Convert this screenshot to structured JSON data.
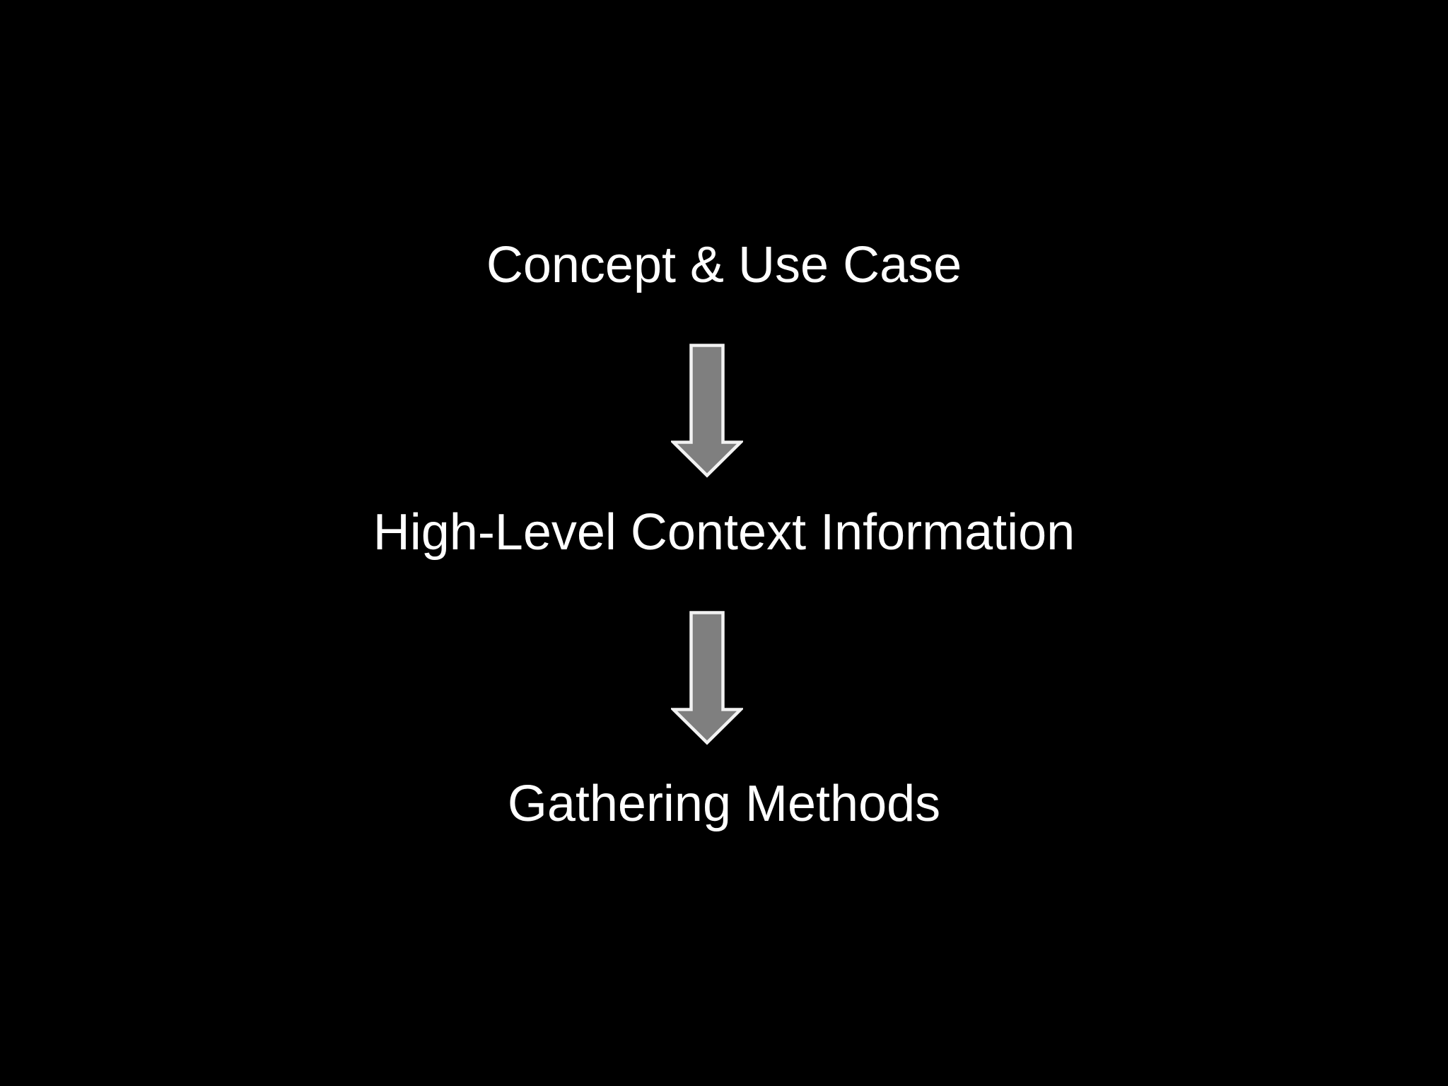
{
  "slide_type": "flow-diagram-slide",
  "colors": {
    "background": "#000000",
    "text": "#ffffff",
    "arrow_fill": "#7f7f7f",
    "arrow_outline": "#f2f2f2"
  },
  "steps": [
    {
      "label": "Concept & Use Case"
    },
    {
      "label": "High-Level Context Information"
    },
    {
      "label": "Gathering Methods"
    }
  ],
  "connectors": [
    {
      "icon": "down-arrow-icon"
    },
    {
      "icon": "down-arrow-icon"
    }
  ]
}
